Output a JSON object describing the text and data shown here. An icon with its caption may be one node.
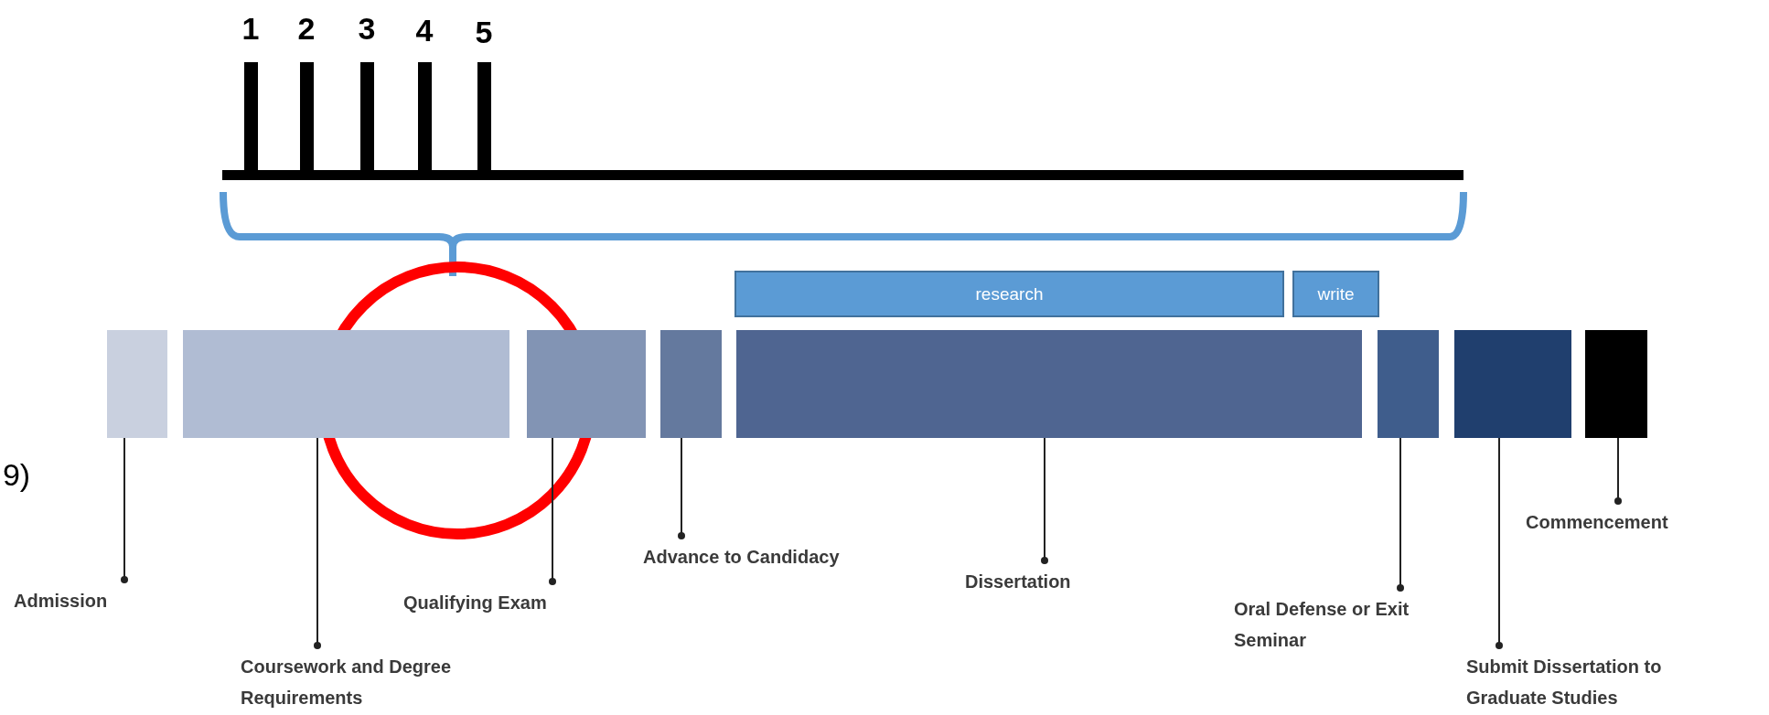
{
  "diagram": {
    "nodes": [
      {
        "text": [
          "research"
        ]
      },
      {
        "text": [
          "write"
        ]
      },
      {
        "text": [],
        "shape": "bar"
      },
      {
        "text": [],
        "shape": "bar"
      },
      {
        "text": [],
        "shape": "bar"
      },
      {
        "text": [],
        "shape": "bar"
      },
      {
        "text": [],
        "shape": "bar"
      },
      {
        "text": [],
        "shape": "bar"
      },
      {
        "text": [],
        "shape": "bar"
      },
      {
        "text": [],
        "shape": "bar"
      },
      {
        "text": [
          "Admission"
        ]
      },
      {
        "text": [
          "Coursework and Degree Requirements"
        ]
      },
      {
        "text": [
          "Qualifying Exam"
        ]
      },
      {
        "text": [
          "Advance to Candidacy"
        ]
      },
      {
        "text": [
          "Dissertation"
        ]
      },
      {
        "text": [
          "Oral Defense or Exit Seminar"
        ]
      },
      {
        "text": [
          "Submit Dissertation to Graduate Studies"
        ]
      },
      {
        "text": [
          "Commencement"
        ]
      }
    ],
    "edges": [
      {
        "from": 2,
        "to": 10,
        "arrow": "other"
      },
      {
        "from": 3,
        "to": 11,
        "arrow": "other"
      },
      {
        "from": 4,
        "to": 12,
        "arrow": "other"
      },
      {
        "from": 5,
        "to": 13,
        "arrow": "other"
      },
      {
        "from": 6,
        "to": 14,
        "arrow": "other"
      },
      {
        "from": 7,
        "to": 15,
        "arrow": "other"
      },
      {
        "from": 8,
        "to": 16,
        "arrow": "other"
      },
      {
        "from": 9,
        "to": 17,
        "arrow": "other"
      }
    ],
    "labels": [
      "1",
      "2",
      "3",
      "4",
      "5",
      "9)"
    ]
  }
}
